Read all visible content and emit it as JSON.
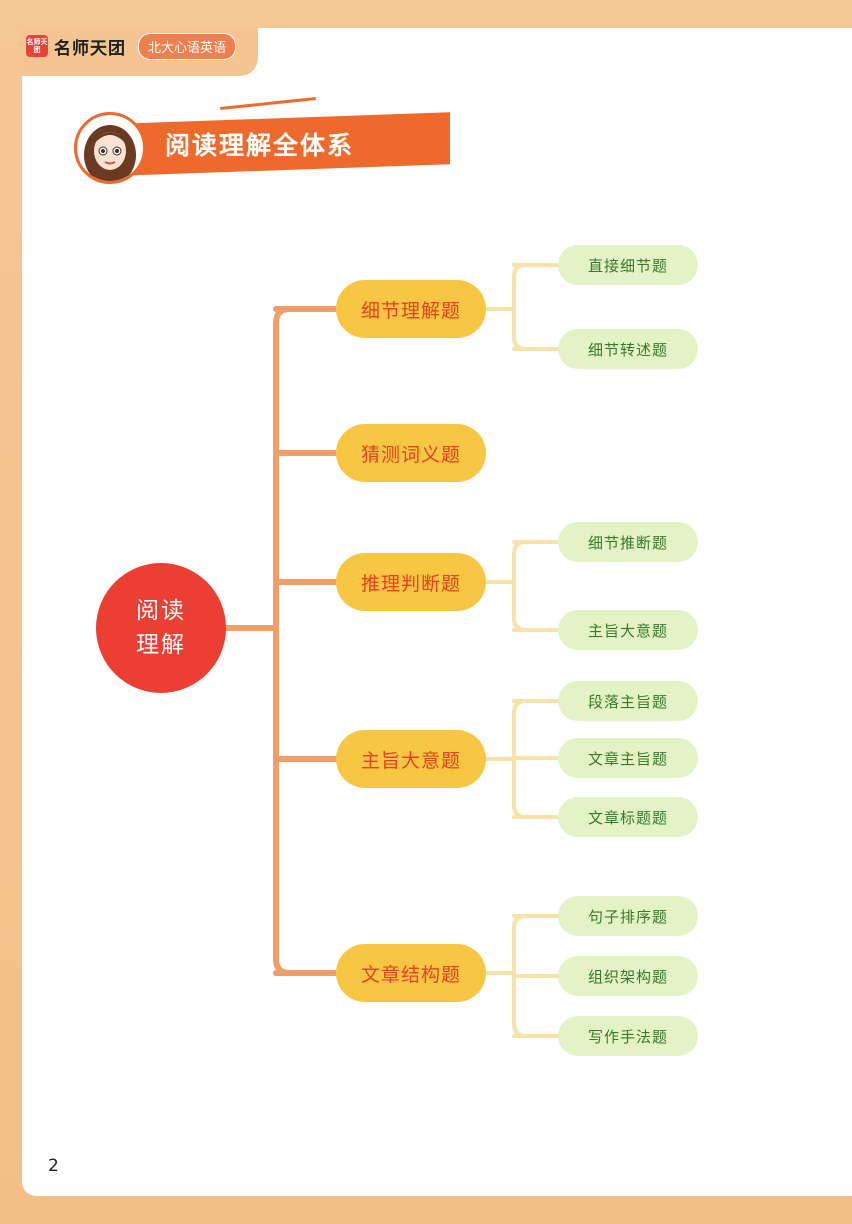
{
  "brand": {
    "logo_text": "名师天团",
    "name": "名师天团",
    "tag": "北大心语英语"
  },
  "section_title": "阅读理解全体系",
  "mindmap": {
    "root": "阅读\n理解",
    "branches": [
      {
        "label": "细节理解题",
        "children": [
          "直接细节题",
          "细节转述题"
        ]
      },
      {
        "label": "猜测词义题",
        "children": []
      },
      {
        "label": "推理判断题",
        "children": [
          "细节推断题",
          "主旨大意题"
        ]
      },
      {
        "label": "主旨大意题",
        "children": [
          "段落主旨题",
          "文章主旨题",
          "文章标题题"
        ]
      },
      {
        "label": "文章结构题",
        "children": [
          "句子排序题",
          "组织架构题",
          "写作手法题"
        ]
      }
    ]
  },
  "page_number": "2",
  "colors": {
    "frame": "#f4c491",
    "banner": "#ee6a2c",
    "root": "#ea3f32",
    "branch_fill": "#f7c744",
    "branch_text": "#e8401f",
    "leaf_fill": "#e3f3c6",
    "leaf_text": "#377a2a",
    "trunk_line": "#efa06a",
    "leaf_line": "#f7e2a8"
  }
}
